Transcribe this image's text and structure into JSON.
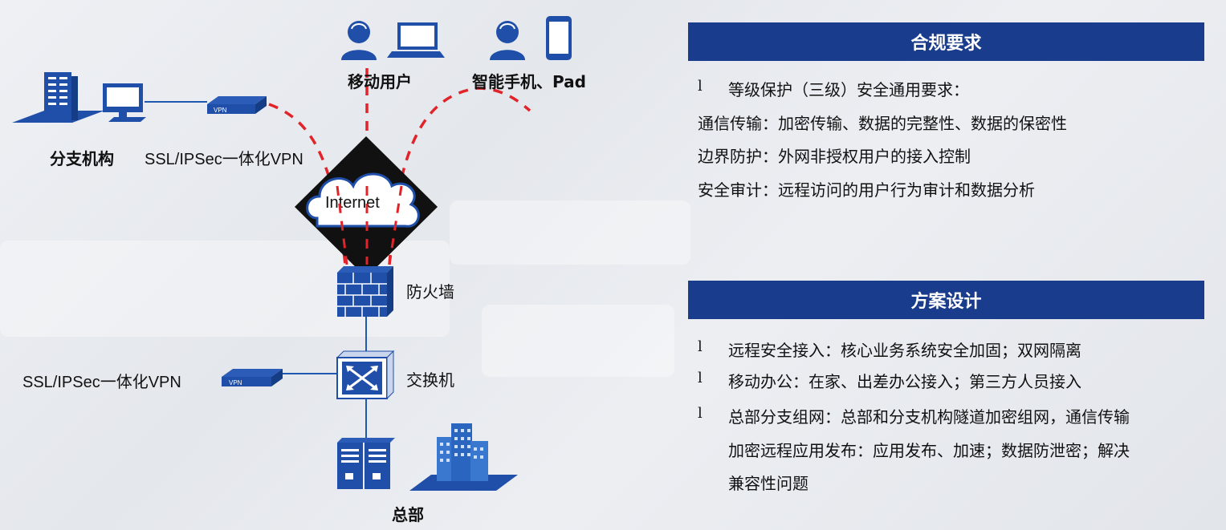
{
  "diagram": {
    "branch_label": "分支机构",
    "branch_vpn_label": "SSL/IPSec一体化VPN",
    "mobile_users_label": "移动用户",
    "smartphone_label": "智能手机、Pad",
    "internet_label": "Internet",
    "firewall_label": "防火墙",
    "switch_label": "交换机",
    "hq_vpn_label": "SSL/IPSec一体化VPN",
    "hq_label": "总部",
    "vpn_box_text": "VPN"
  },
  "compliance": {
    "title": "合规要求",
    "bullet_glyph": "l",
    "item1": "等级保护（三级）安全通用要求：",
    "line2": "通信传输：加密传输、数据的完整性、数据的保密性",
    "line3": "边界防护：外网非授权用户的接入控制",
    "line4": "安全审计：远程访问的用户行为审计和数据分析"
  },
  "solution": {
    "title": "方案设计",
    "item1": "远程安全接入：核心业务系统安全加固；双网隔离",
    "item2": "移动办公：在家、出差办公接入；第三方人员接入",
    "item3_line1": "总部分支组网：总部和分支机构隧道加密组网，通信传输",
    "item3_line2": "加密远程应用发布：应用发布、加速；数据防泄密；解决",
    "item3_line3": "兼容性问题"
  },
  "colors": {
    "header_bg": "#1a3c8c",
    "icon_blue": "#1f4fa8",
    "dash_red": "#e0242a"
  }
}
